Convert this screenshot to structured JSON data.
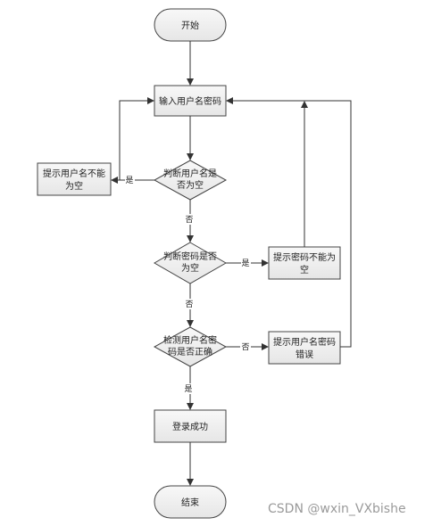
{
  "flowchart": {
    "start": "开始",
    "input": "输入用户名密码",
    "check_user_empty": [
      "判断用户名是",
      "否为空"
    ],
    "msg_user_empty": [
      "提示用户名不能",
      "为空"
    ],
    "check_pwd_empty": [
      "判断密码是否",
      "为空"
    ],
    "msg_pwd_empty": [
      "提示密码不能为",
      "空"
    ],
    "check_correct": [
      "检测用户名密",
      "码是否正确"
    ],
    "msg_wrong": [
      "提示用户名密码",
      "错误"
    ],
    "success": "登录成功",
    "end": "结束",
    "edge_yes": "是",
    "edge_no": "否"
  },
  "watermark": "CSDN @wxin_VXbishe"
}
